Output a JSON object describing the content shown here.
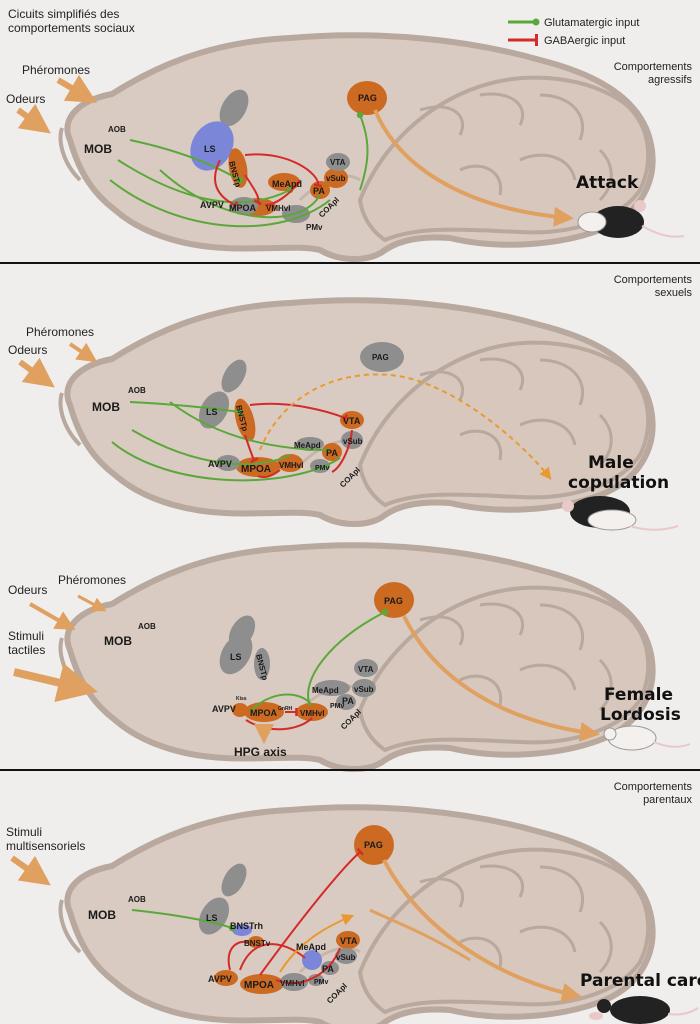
{
  "title": "Cicuits simplifiés des comportements sociaux",
  "legend": {
    "glutamatergic": "Glutamatergic input",
    "gabaergic": "GABAergic input"
  },
  "colors": {
    "glutamatergic": "#5aa83a",
    "gabaergic": "#d42a2a",
    "active_nucleus": "#cc6a22",
    "inactive_nucleus": "#8e8e8e",
    "septum": "#7b86d8",
    "output_arrow": "#e0a060"
  },
  "panels": [
    {
      "category": "Comportements agressifs",
      "inputs": [
        "Phéromones",
        "Odeurs"
      ],
      "regions": {
        "MOB": "MOB",
        "AOB": "AOB",
        "LS": "LS",
        "BNSTp": "BNSTp",
        "MeApd": "MeApd",
        "AVPV": "AVPV",
        "MPOA": "MPOA",
        "VMHvl": "VMHvl",
        "PA": "PA",
        "vSub": "vSub",
        "VTA": "VTA",
        "PMv": "PMv",
        "COApl": "COApl",
        "PAG": "PAG"
      },
      "behavior": "Attack"
    },
    {
      "category": "Comportements sexuels",
      "inputs": [
        "Phéromones",
        "Odeurs"
      ],
      "regions": {
        "MOB": "MOB",
        "AOB": "AOB",
        "LS": "LS",
        "BNSTp": "BNSTp",
        "MeApd": "MeApd",
        "AVPV": "AVPV",
        "MPOA": "MPOA",
        "VMHvl": "VMHvl",
        "PMv": "PMv",
        "PA": "PA",
        "vSub": "vSub",
        "VTA": "VTA",
        "COApl": "COApl",
        "PAG": "PAG"
      },
      "behavior": "Male copulation"
    },
    {
      "category": "",
      "inputs": [
        "Odeurs",
        "Phéromones",
        "Stimuli tactiles"
      ],
      "regions": {
        "MOB": "MOB",
        "AOB": "AOB",
        "LS": "LS",
        "BNSTp": "BNSTp",
        "VTA": "VTA",
        "MeApd": "MeApd",
        "vSub": "vSub",
        "AVPV": "AVPV",
        "Kiss": "Kiss",
        "MPOA": "MPOA",
        "GnRH": "GnRH",
        "VMHvl": "VMHvl",
        "PMv": "PMv",
        "PA": "PA",
        "COApl": "COApl",
        "PAG": "PAG"
      },
      "hpg": "HPG axis",
      "behavior": "Female Lordosis"
    },
    {
      "category": "Comportements parentaux",
      "inputs": [
        "Stimuli multisensoriels"
      ],
      "regions": {
        "MOB": "MOB",
        "AOB": "AOB",
        "LS": "LS",
        "BNSTrh": "BNSTrh",
        "BNSTv": "BNSTv",
        "MeApd": "MeApd",
        "VTA": "VTA",
        "vSub": "vSub",
        "PA": "PA",
        "PMv": "PMv",
        "AVPV": "AVPV",
        "MPOA": "MPOA",
        "VMHvl": "VMHvl",
        "COApl": "COApl",
        "PAG": "PAG"
      },
      "behavior": "Parental care"
    }
  ]
}
